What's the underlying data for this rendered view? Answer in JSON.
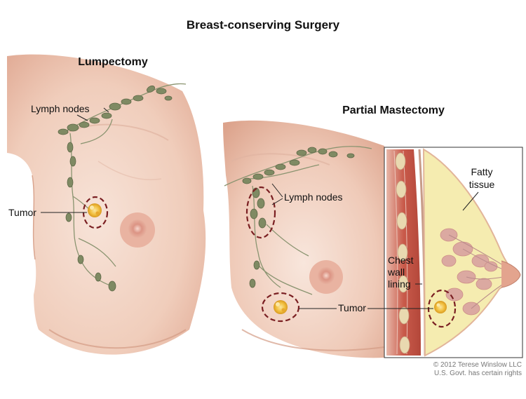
{
  "title": "Breast-conserving Surgery",
  "left_panel": {
    "heading": "Lumpectomy",
    "labels": {
      "lymph_nodes": "Lymph nodes",
      "tumor": "Tumor"
    }
  },
  "right_panel": {
    "heading": "Partial Mastectomy",
    "labels": {
      "lymph_nodes": "Lymph nodes",
      "tumor": "Tumor",
      "fatty_tissue_line1": "Fatty",
      "fatty_tissue_line2": "tissue",
      "chest_wall_line1": "Chest",
      "chest_wall_line2": "wall",
      "chest_wall_line3": "lining"
    }
  },
  "credits": {
    "line1": "© 2012 Terese Winslow LLC",
    "line2": "U.S. Govt. has certain rights"
  },
  "colors": {
    "skin": "#f2d2c2",
    "skin_shade": "#e3ab95",
    "lymph": "#7f8a63",
    "tumor": "#f2c040",
    "dash": "#7a1f22",
    "fat": "#f5ecb0",
    "muscle": "#c95a4a"
  }
}
